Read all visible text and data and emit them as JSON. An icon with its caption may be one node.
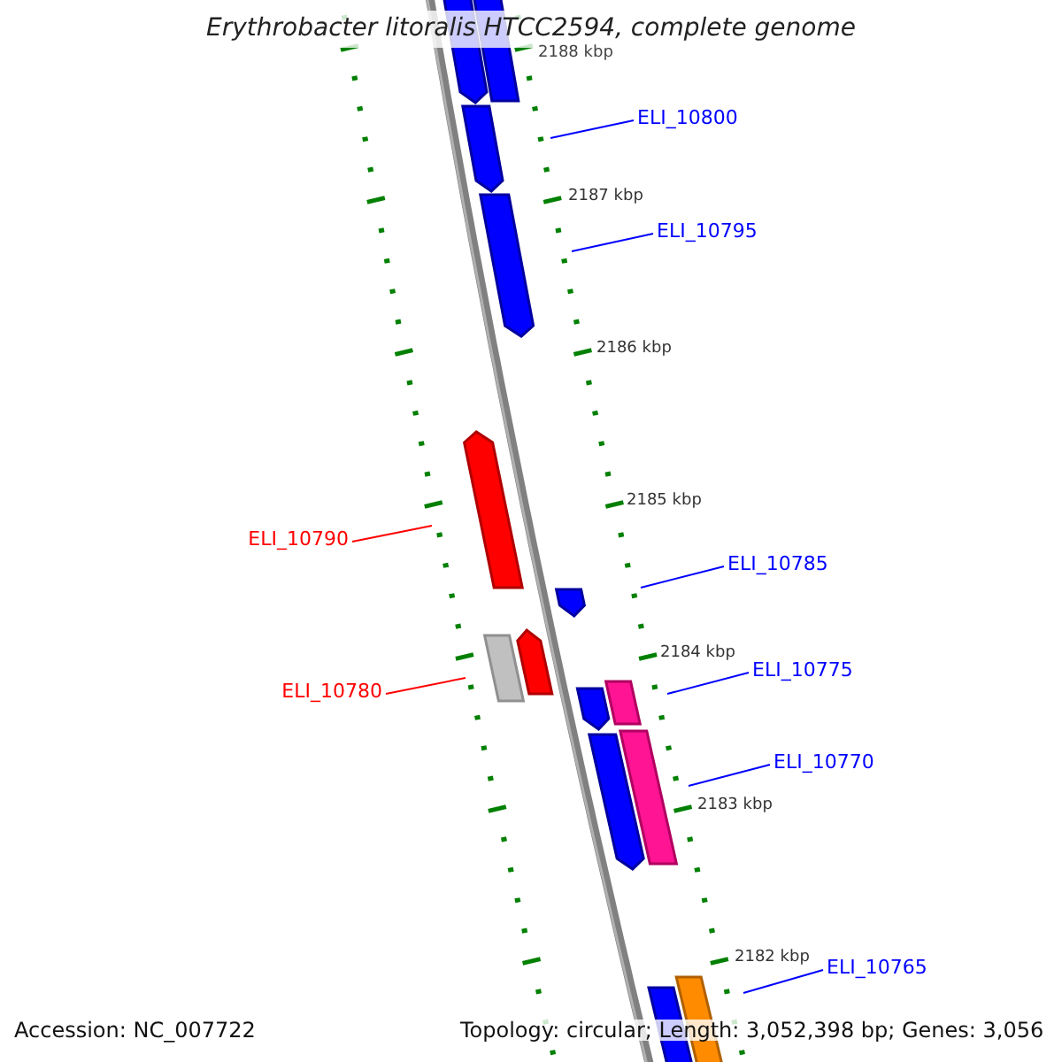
{
  "diagram": {
    "title": "Erythrobacter litoralis HTCC2594, complete genome",
    "nodes": [
      {
        "text": [
          "ELI_10800"
        ]
      },
      {
        "text": [
          "ELI_10795"
        ]
      },
      {
        "text": [
          "ELI_10790"
        ]
      },
      {
        "text": [
          "ELI_10785"
        ]
      },
      {
        "text": [
          "ELI_10780"
        ]
      },
      {
        "text": [
          "ELI_10775"
        ]
      },
      {
        "text": [
          "ELI_10770"
        ]
      },
      {
        "text": [
          "ELI_10765"
        ]
      }
    ],
    "edges": [
      {
        "from": 0,
        "to": null,
        "arrow": "none"
      },
      {
        "from": 1,
        "to": null,
        "arrow": "none"
      },
      {
        "from": 2,
        "to": null,
        "arrow": "none",
        "color": "#ff0000"
      },
      {
        "from": 3,
        "to": null,
        "arrow": "none"
      },
      {
        "from": 4,
        "to": null,
        "arrow": "none",
        "color": "#ff0000"
      },
      {
        "from": 5,
        "to": null,
        "arrow": "none"
      },
      {
        "from": 6,
        "to": null,
        "arrow": "none"
      },
      {
        "from": 7,
        "to": null,
        "arrow": "none"
      }
    ],
    "labels": [
      "2188 kbp",
      "2187 kbp",
      "2186 kbp",
      "2185 kbp",
      "2184 kbp",
      "2183 kbp",
      "2182 kbp",
      "Accession: NC_007722",
      "Topology: circular; Length: 3,052,398 bp; Genes: 3,056"
    ]
  }
}
